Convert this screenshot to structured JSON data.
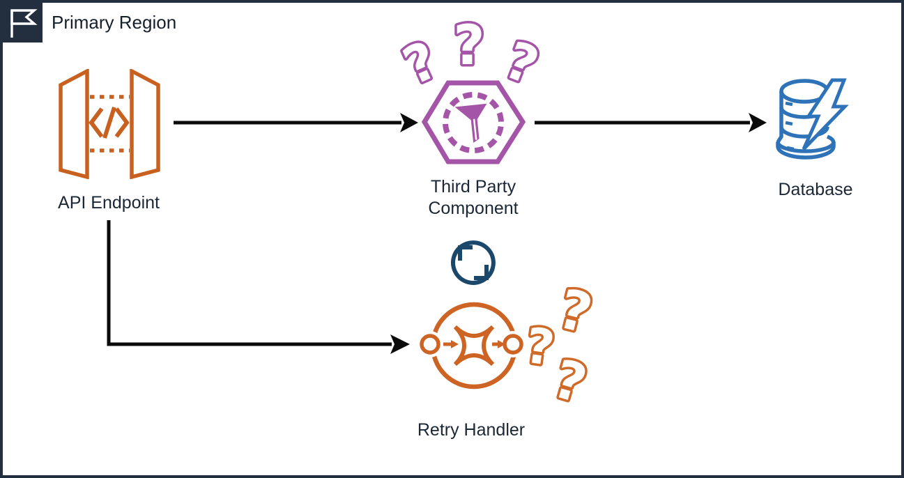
{
  "region": {
    "title": "Primary Region",
    "border_color": "#232F3E",
    "badge_icon": "flag-icon"
  },
  "glyphs": {
    "question_mark": "?"
  },
  "nodes": {
    "api_endpoint": {
      "label": "API Endpoint",
      "color": "#C8611F",
      "icon": "api-gateway-endpoint-icon"
    },
    "third_party": {
      "label": "Third Party Component",
      "color": "#A455A8",
      "icon": "hexagon-filter-icon",
      "question_marks": 3
    },
    "database": {
      "label": "Database",
      "color": "#2E73B8",
      "icon": "database-lightning-icon"
    },
    "retry_handler": {
      "label": "Retry Handler",
      "color": "#CE6424",
      "icon": "retry-loop-icon",
      "question_marks": 3
    }
  },
  "connectors": {
    "color": "#0B0B0B",
    "edges": [
      {
        "from": "api_endpoint",
        "to": "third_party"
      },
      {
        "from": "third_party",
        "to": "database"
      },
      {
        "from": "api_endpoint",
        "to": "retry_handler"
      }
    ]
  },
  "decorations": {
    "refresh_icon_color": "#1B486A",
    "question_mark_purple": "#A455A8",
    "question_mark_orange": "#D06A28"
  }
}
